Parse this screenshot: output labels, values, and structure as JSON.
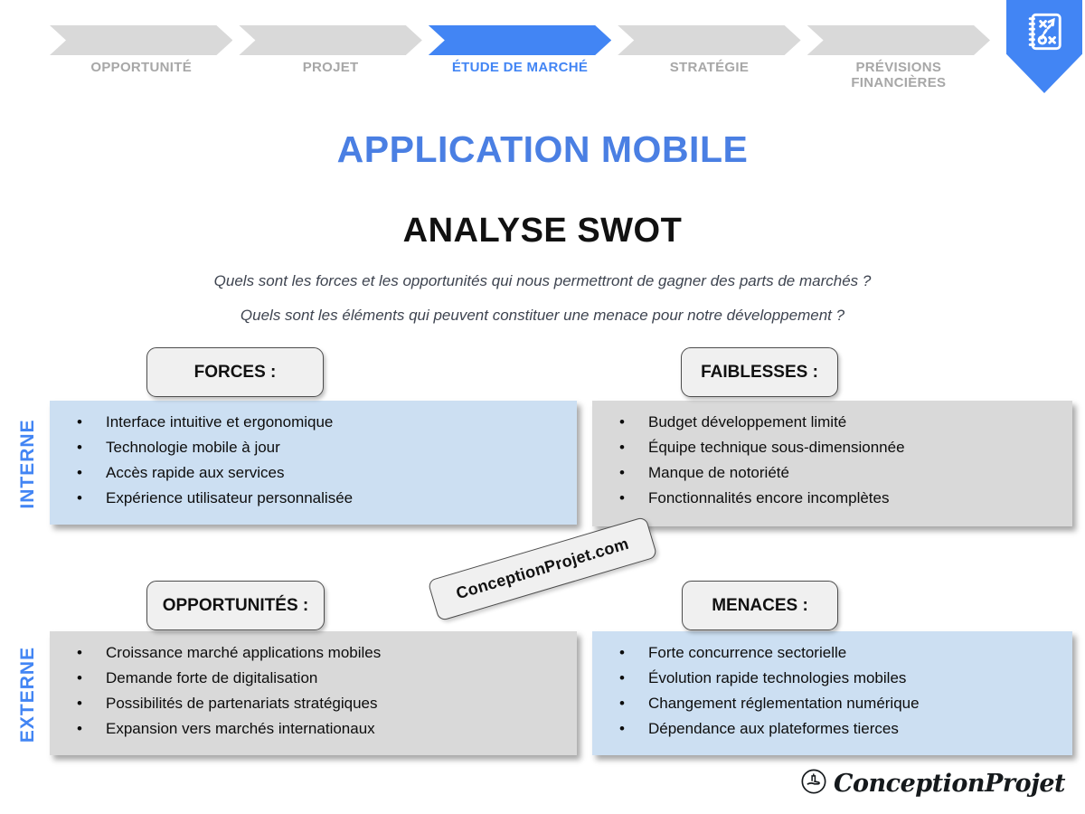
{
  "stepbar": {
    "steps": [
      {
        "label": "OPPORTUNITÉ",
        "active": false
      },
      {
        "label": "PROJET",
        "active": false
      },
      {
        "label": "ÉTUDE DE MARCHÉ",
        "active": true
      },
      {
        "label": "STRATÉGIE",
        "active": false
      },
      {
        "label": "PRÉVISIONS FINANCIÈRES",
        "active": false
      }
    ]
  },
  "titles": {
    "project": "APPLICATION MOBILE",
    "slide": "ANALYSE SWOT"
  },
  "questions": {
    "q1": "Quels sont les forces et les opportunités qui nous permettront de gagner des parts de marchés ?",
    "q2": "Quels sont les éléments qui peuvent constituer une menace pour notre développement ?"
  },
  "axes": {
    "internal": "INTERNE",
    "external": "EXTERNE"
  },
  "swot": {
    "forces": {
      "title": "FORCES :",
      "items": [
        "Interface intuitive et ergonomique",
        "Technologie mobile à jour",
        "Accès rapide aux services",
        "Expérience utilisateur personnalisée"
      ]
    },
    "faiblesses": {
      "title": "FAIBLESSES :",
      "items": [
        "Budget développement limité",
        "Équipe technique sous-dimensionnée",
        "Manque de notoriété",
        "Fonctionnalités encore incomplètes"
      ]
    },
    "opportunites": {
      "title": "OPPORTUNITÉS :",
      "items": [
        "Croissance marché applications mobiles",
        "Demande forte de digitalisation",
        "Possibilités de partenariats stratégiques",
        "Expansion vers marchés internationaux"
      ]
    },
    "menaces": {
      "title": "MENACES :",
      "items": [
        "Forte concurrence sectorielle",
        "Évolution rapide technologies mobiles",
        "Changement réglementation numérique",
        "Dépendance aux plateformes tierces"
      ]
    }
  },
  "watermark": "ConceptionProjet.com",
  "footer": {
    "brand": "ConceptionProjet"
  },
  "icons": {
    "bookmark": "strategy-playbook-icon",
    "brand": "hand-holding-icon"
  },
  "colors": {
    "accent_blue": "#4285F4",
    "title_blue": "#4A7FE3",
    "panel_blue": "#CCDFF2",
    "panel_gray": "#D9D9D9",
    "step_gray": "#D9D9D9",
    "inactive_label_gray": "#A7A7A7"
  }
}
